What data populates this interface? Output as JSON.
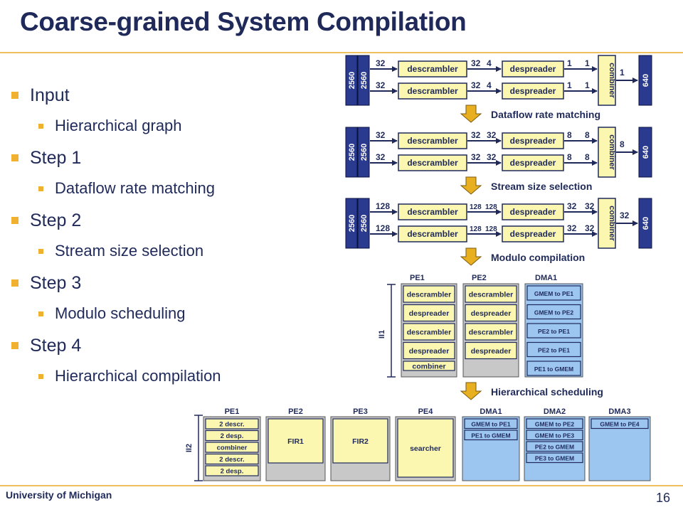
{
  "title": "Coarse-grained System Compilation",
  "bullets": [
    {
      "label": "Input",
      "sub": "Hierarchical graph"
    },
    {
      "label": "Step 1",
      "sub": "Dataflow rate matching"
    },
    {
      "label": "Step 2",
      "sub": "Stream size selection"
    },
    {
      "label": "Step 3",
      "sub": "Modulo scheduling"
    },
    {
      "label": "Step 4",
      "sub": "Hierarchical compilation"
    }
  ],
  "footer": "University of Michigan",
  "page_number": "16",
  "colors": {
    "navy": "#1f2a5a",
    "block_yellow": "#fbf6b0",
    "block_blue": "#9cc5f0",
    "input_blue": "#2a3a8f",
    "accent": "#f0b030"
  },
  "diagram": {
    "input_label": "2560",
    "output_label": "640",
    "descrambler": "descrambler",
    "despreader": "despreader",
    "combiner": "combiner",
    "graphs": [
      {
        "in1": "32",
        "in2": "32",
        "m1a": "32",
        "m1b": "4",
        "m2a": "32",
        "m2b": "4",
        "o1a": "1",
        "o1b": "1",
        "o2a": "1",
        "o2b": "1",
        "out": "1"
      },
      {
        "in1": "32",
        "in2": "32",
        "m1a": "32",
        "m1b": "32",
        "m2a": "32",
        "m2b": "32",
        "o1a": "8",
        "o1b": "8",
        "o2a": "8",
        "o2b": "8",
        "out": "8"
      },
      {
        "in1": "128",
        "in2": "128",
        "m1a": "128",
        "m1b": "128",
        "m2a": "128",
        "m2b": "128",
        "o1a": "32",
        "o1b": "32",
        "o2a": "32",
        "o2b": "32",
        "out": "32"
      }
    ],
    "steps": [
      "Dataflow rate matching",
      "Stream size selection",
      "Modulo compilation",
      "Hierarchical scheduling"
    ],
    "modulo": {
      "interval_label": "II1",
      "columns": [
        {
          "header": "PE1",
          "items": [
            "descrambler",
            "despreader",
            "descrambler",
            "despreader",
            "combiner"
          ]
        },
        {
          "header": "PE2",
          "items": [
            "descrambler",
            "despreader",
            "descrambler",
            "despreader"
          ]
        },
        {
          "header": "DMA1",
          "items": [
            "GMEM to PE1",
            "GMEM to PE2",
            "PE2 to PE1",
            "PE2 to PE1",
            "PE1 to GMEM"
          ]
        }
      ]
    },
    "hierarchical": {
      "interval_label": "II2",
      "pe1": {
        "header": "PE1",
        "items": [
          "2 descr.",
          "2 desp.",
          "combiner",
          "2 descr.",
          "2 desp."
        ]
      },
      "pe2": {
        "header": "PE2",
        "item": "FIR1"
      },
      "pe3": {
        "header": "PE3",
        "item": "FIR2"
      },
      "pe4": {
        "header": "PE4",
        "item": "searcher"
      },
      "dma1": {
        "header": "DMA1",
        "items": [
          "GMEM to PE1",
          "PE1 to GMEM"
        ]
      },
      "dma2": {
        "header": "DMA2",
        "items": [
          "GMEM to PE2",
          "GMEM to PE3",
          "PE2 to GMEM",
          "PE3 to GMEM"
        ]
      },
      "dma3": {
        "header": "DMA3",
        "items": [
          "GMEM to PE4"
        ]
      }
    }
  }
}
